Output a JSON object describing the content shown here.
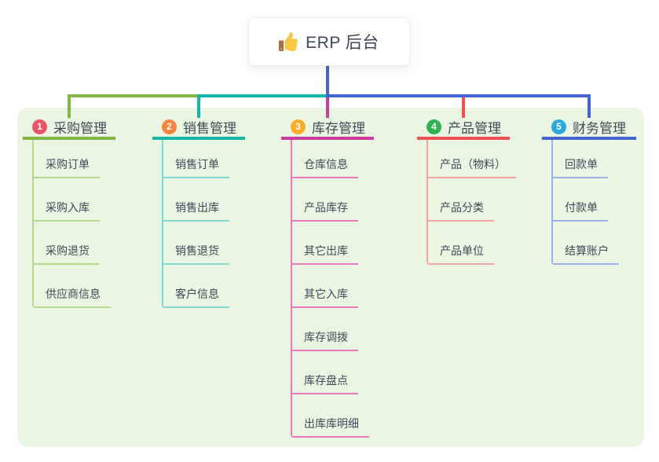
{
  "root": {
    "title": "ERP 后台",
    "icon": "thumbs-up-icon",
    "connector_color": "#4463d5"
  },
  "panel": {
    "background": "#eaf6e2"
  },
  "text_color": "#3e4a58",
  "branches": [
    {
      "number": "1",
      "label": "采购管理",
      "badge_color": "#ec5467",
      "line_color": "#82b843",
      "light_color": "#b5d98c",
      "items": [
        "采购订单",
        "采购入库",
        "采购退货",
        "供应商信息"
      ]
    },
    {
      "number": "2",
      "label": "销售管理",
      "badge_color": "#f8853b",
      "line_color": "#17b6ab",
      "light_color": "#83d9d0",
      "items": [
        "销售订单",
        "销售出库",
        "销售退货",
        "客户信息"
      ]
    },
    {
      "number": "3",
      "label": "库存管理",
      "badge_color": "#fbad27",
      "line_color": "#cf3a9e",
      "light_color": "#ee78bc",
      "items": [
        "仓库信息",
        "产品库存",
        "其它出库",
        "其它入库",
        "库存调拨",
        "库存盘点",
        "出库库明细"
      ]
    },
    {
      "number": "4",
      "label": "产品管理",
      "badge_color": "#2eb350",
      "line_color": "#f05052",
      "light_color": "#f7a2a0",
      "items": [
        "产品（物料）",
        "产品分类",
        "产品单位"
      ]
    },
    {
      "number": "5",
      "label": "财务管理",
      "badge_color": "#29a9e1",
      "line_color": "#4463d5",
      "light_color": "#9dafe6",
      "items": [
        "回款单",
        "付款单",
        "结算账户"
      ]
    }
  ]
}
